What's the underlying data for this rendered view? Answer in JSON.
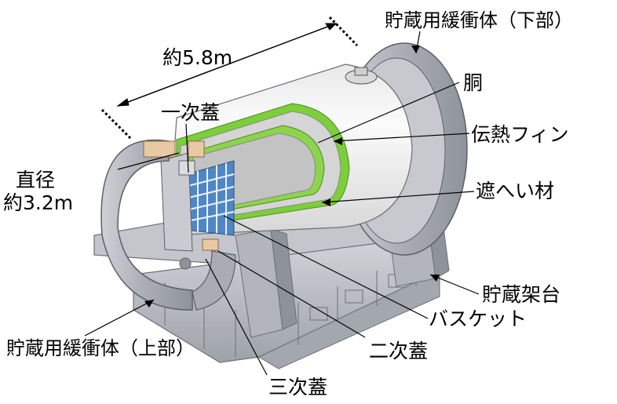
{
  "labels": {
    "length": "約5.8m",
    "diameter_line1": "直径",
    "diameter_line2": "約3.2m",
    "primary_lid": "一次蓋",
    "body": "胴",
    "fins": "伝熱フィン",
    "shield": "遮へい材",
    "stand": "貯蔵架台",
    "basket": "バスケット",
    "secondary_lid": "二次蓋",
    "tertiary_lid": "三次蓋",
    "shock_absorber_upper": "貯蔵用緩衝体（上部）",
    "shock_absorber_lower": "貯蔵用緩衝体（下部）"
  },
  "colors": {
    "body": "#f4f4f4",
    "shield": "#c9c9c9",
    "fins": "#7ccf3a",
    "basket": "#4f86c6",
    "stand": "#b9bcc2",
    "absorber": "#b8bac0",
    "copper": "#e9c9a3"
  }
}
